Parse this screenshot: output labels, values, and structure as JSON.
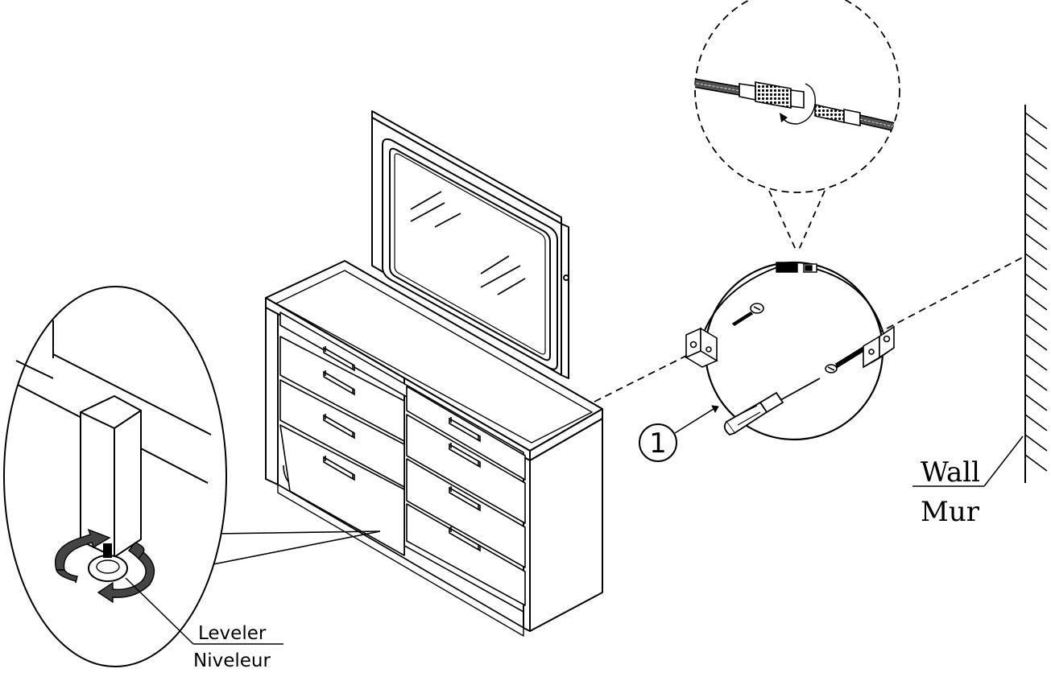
{
  "diagram": {
    "step_number": "1",
    "wall_label_en": "Wall",
    "wall_label_fr": "Mur",
    "leveler_label_en": "Leveler",
    "leveler_label_fr": "Niveleur",
    "colors": {
      "line": "#000000",
      "background": "#ffffff",
      "arrow_fill": "#444444"
    },
    "icons": [
      "screw-icon",
      "screwdriver-icon",
      "l-bracket-icon",
      "safety-cable-icon",
      "rotation-arrow-icon"
    ]
  }
}
